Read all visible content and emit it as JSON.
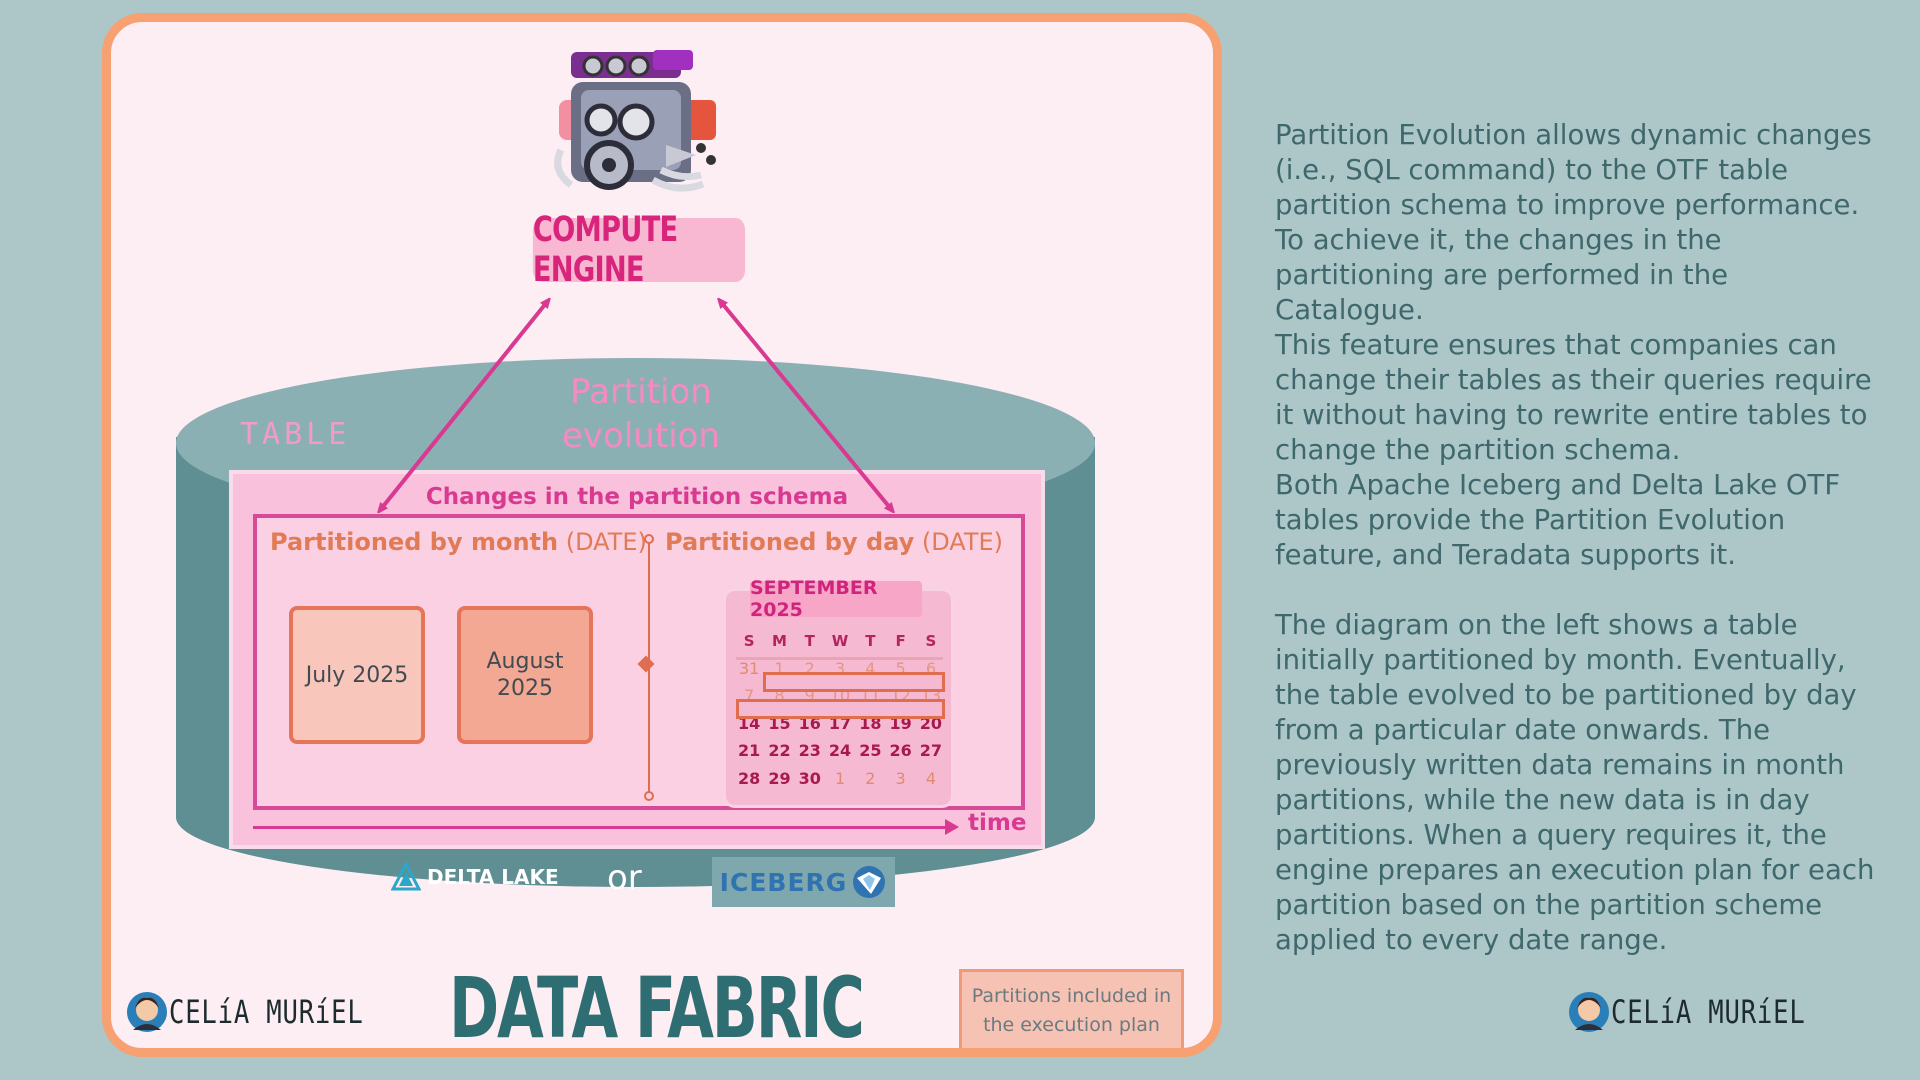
{
  "colors": {
    "background": "#adc7c9",
    "card": "#fdeef3",
    "card_border": "#f7a071",
    "pink_accent": "#d83a91",
    "orange_accent": "#e07b56",
    "teal": "#5f8f93"
  },
  "diagram": {
    "engine_label": "COMPUTE ENGINE",
    "partition_evolution": [
      "Partition",
      "evolution"
    ],
    "table_label": "TABLE",
    "schema_title": "Changes in the partition schema",
    "left_heading": {
      "bold": "Partitioned by month",
      "normal": " (DATE)"
    },
    "right_heading": {
      "bold": "Partitioned by day",
      "normal": " (DATE)"
    },
    "month_boxes": [
      "July 2025",
      "August 2025"
    ],
    "calendar": {
      "title": "SEPTEMBER 2025",
      "days_of_week": [
        "S",
        "M",
        "T",
        "W",
        "T",
        "F",
        "S"
      ],
      "weeks": [
        [
          "31",
          "1",
          "2",
          "3",
          "4",
          "5",
          "6"
        ],
        [
          "7",
          "8",
          "9",
          "10",
          "11",
          "12",
          "13"
        ],
        [
          "14",
          "15",
          "16",
          "17",
          "18",
          "19",
          "20"
        ],
        [
          "21",
          "22",
          "23",
          "24",
          "25",
          "26",
          "27"
        ],
        [
          "28",
          "29",
          "30",
          "1",
          "2",
          "3",
          "4"
        ]
      ]
    },
    "time_label": "time",
    "delta_lake_label": "DELTA LAKE",
    "or_label": "or",
    "iceberg_label": "ICEBERG",
    "title": "DATA FABRIC",
    "legend_text": "Partitions included in the execution plan",
    "signature": "CELíA MURíEL"
  },
  "description": {
    "paragraph1": "Partition Evolution allows dynamic changes (i.e., SQL command) to the OTF table partition schema to improve performance. To achieve it, the changes in the partitioning are performed in the Catalogue.",
    "paragraph2": "This feature ensures that companies can change their tables as their queries require it without having to rewrite entire tables to change the partition schema.",
    "paragraph3": "Both Apache Iceberg and Delta Lake OTF tables provide the Partition Evolution feature, and Teradata supports it.",
    "paragraph4": "The diagram on the left shows a table initially partitioned by month. Eventually, the table evolved to be partitioned by day from a particular date onwards. The previously written data remains in month partitions, while the new data is in day partitions. When a query requires it, the engine prepares an execution plan for each partition based on the partition scheme applied to every date range."
  },
  "signature": "CELíA MURíEL"
}
